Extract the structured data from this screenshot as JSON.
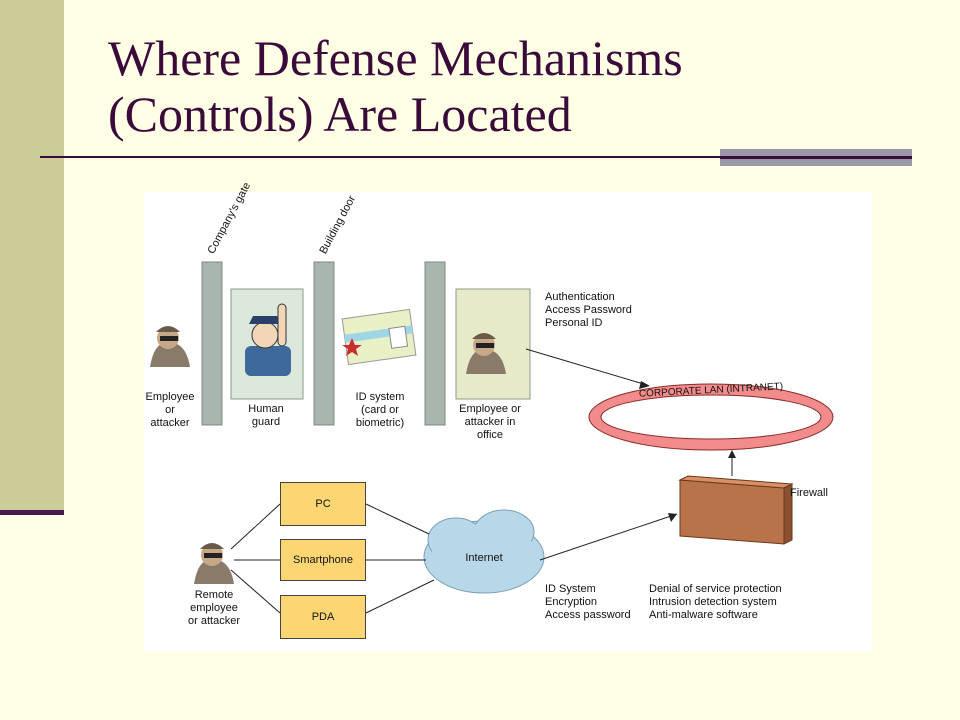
{
  "slide": {
    "title": "Where Defense Mechanisms (Controls) Are Located"
  },
  "diagram": {
    "gate_label": "Company's gate",
    "door_label": "Building door",
    "employee_label": "Employee\nor\nattacker",
    "guard_label": "Human\nguard",
    "id_system_label": "ID system\n(card or\nbiometric)",
    "office_label": "Employee or\nattacker in\noffice",
    "auth_label": "Authentication\nAccess Password\nPersonal ID",
    "lan_label": "CORPORATE LAN (INTRANET)",
    "firewall_label": "Firewall",
    "devices": [
      "PC",
      "Smartphone",
      "PDA"
    ],
    "internet_label": "Internet",
    "remote_label": "Remote\nemployee\nor attacker",
    "internet_controls": "ID System\nEncryption\nAccess password",
    "firewall_controls": "Denial of service protection\nIntrusion detection system\nAnti-malware software"
  },
  "colors": {
    "background": "#ffffe5",
    "side_bar": "#cccc99",
    "title_text": "#3a0a3a",
    "device_box": "#fbd673",
    "lan_ring": "#f28b8b",
    "firewall": "#b8734a",
    "internet_cloud": "#b8d8ea",
    "gate_post": "#a9b6ae",
    "office_panel": "#e6eac8",
    "guard_panel": "#dce8dc"
  }
}
